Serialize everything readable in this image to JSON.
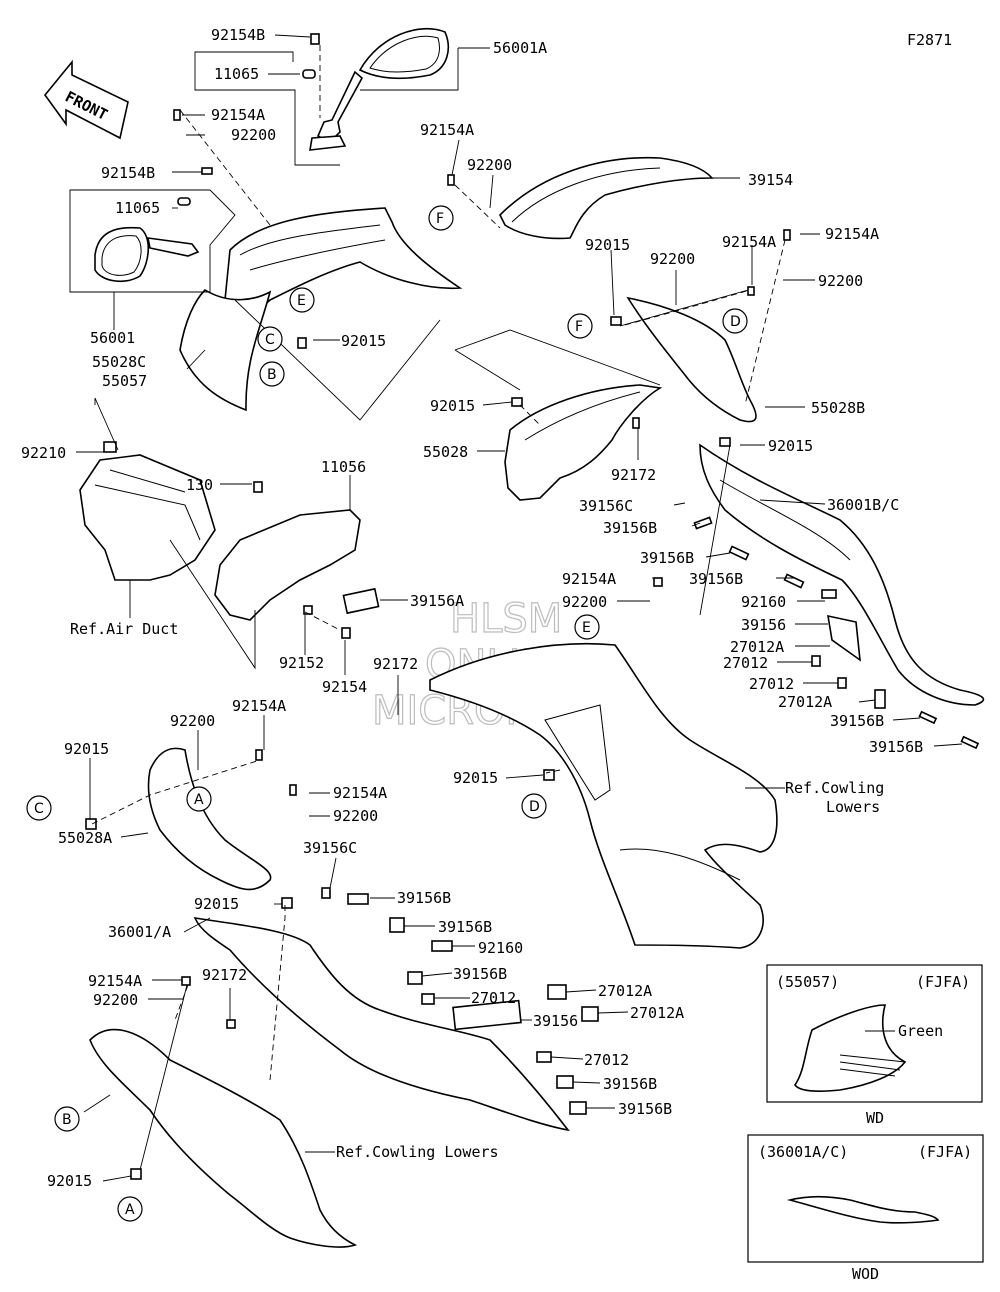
{
  "diagram_code": "F2871",
  "front_label": "FRONT",
  "watermark": {
    "line1": "HLSM",
    "line2": "ONLINE",
    "line3": "MICROFICHE"
  },
  "labels": {
    "l_92154b_1": "92154B",
    "l_56001a": "56001A",
    "l_11065_1": "11065",
    "l_92154a_1": "92154A",
    "l_92200_1": "92200",
    "l_92154b_2": "92154B",
    "l_11065_2": "11065",
    "l_56001": "56001",
    "l_55028c": "55028C",
    "l_55057": "55057",
    "l_92015_1": "92015",
    "l_92154a_2": "92154A",
    "l_92200_2": "92200",
    "l_39154": "39154",
    "l_92154a_3": "92154A",
    "l_92154a_4": "92154A",
    "l_92200_3": "92200",
    "l_92200_4": "92200",
    "l_92015_2": "92015",
    "l_55028b": "55028B",
    "l_92015_3": "92015",
    "l_55028": "55028",
    "l_92172_1": "92172",
    "l_92015_4": "92015",
    "l_36001bc": "36001B/C",
    "l_39156c_1": "39156C",
    "l_39156b_1": "39156B",
    "l_39156b_2": "39156B",
    "l_39156b_3": "39156B",
    "l_92210": "92210",
    "l_130": "130",
    "l_11056": "11056",
    "l_ref_air_duct": "Ref.Air Duct",
    "l_39156a": "39156A",
    "l_92152": "92152",
    "l_92154": "92154",
    "l_92154a_5": "92154A",
    "l_92200_5": "92200",
    "l_92160_1": "92160",
    "l_39156_1": "39156",
    "l_27012a_1": "27012A",
    "l_27012_1": "27012",
    "l_27012_2": "27012",
    "l_27012a_2": "27012A",
    "l_39156b_4": "39156B",
    "l_39156b_5": "39156B",
    "l_92172_2": "92172",
    "l_92200_6": "92200",
    "l_92154a_6": "92154A",
    "l_92015_5": "92015",
    "l_55028a": "55028A",
    "l_92154a_7": "92154A",
    "l_92200_7": "92200",
    "l_39156c_2": "39156C",
    "l_92015_6": "92015",
    "l_ref_cowling_1": "Ref.Cowling",
    "l_lowers_1": "Lowers",
    "l_92015_7": "92015",
    "l_36001a": "36001/A",
    "l_39156b_6": "39156B",
    "l_39156b_7": "39156B",
    "l_92160_2": "92160",
    "l_39156b_8": "39156B",
    "l_27012_3": "27012",
    "l_27012a_3": "27012A",
    "l_39156_2": "39156",
    "l_27012a_4": "27012A",
    "l_27012_4": "27012",
    "l_39156b_9": "39156B",
    "l_39156b_10": "39156B",
    "l_92154a_8": "92154A",
    "l_92172_3": "92172",
    "l_92200_8": "92200",
    "l_ref_cowling_lowers": "Ref.Cowling Lowers",
    "l_92015_8": "92015"
  },
  "callouts": {
    "c_f_1": "F",
    "c_e_1": "E",
    "c_c_1": "C",
    "c_b_1": "B",
    "c_f_2": "F",
    "c_d_1": "D",
    "c_e_2": "E",
    "c_d_2": "D",
    "c_a_1": "A",
    "c_c_2": "C",
    "c_b_2": "B",
    "c_a_2": "A"
  },
  "inset_1": {
    "part": "(55057)",
    "code": "(FJFA)",
    "color_name": "Green",
    "caption": "WD"
  },
  "inset_2": {
    "part": "(36001A/C)",
    "code": "(FJFA)",
    "caption": "WOD"
  }
}
